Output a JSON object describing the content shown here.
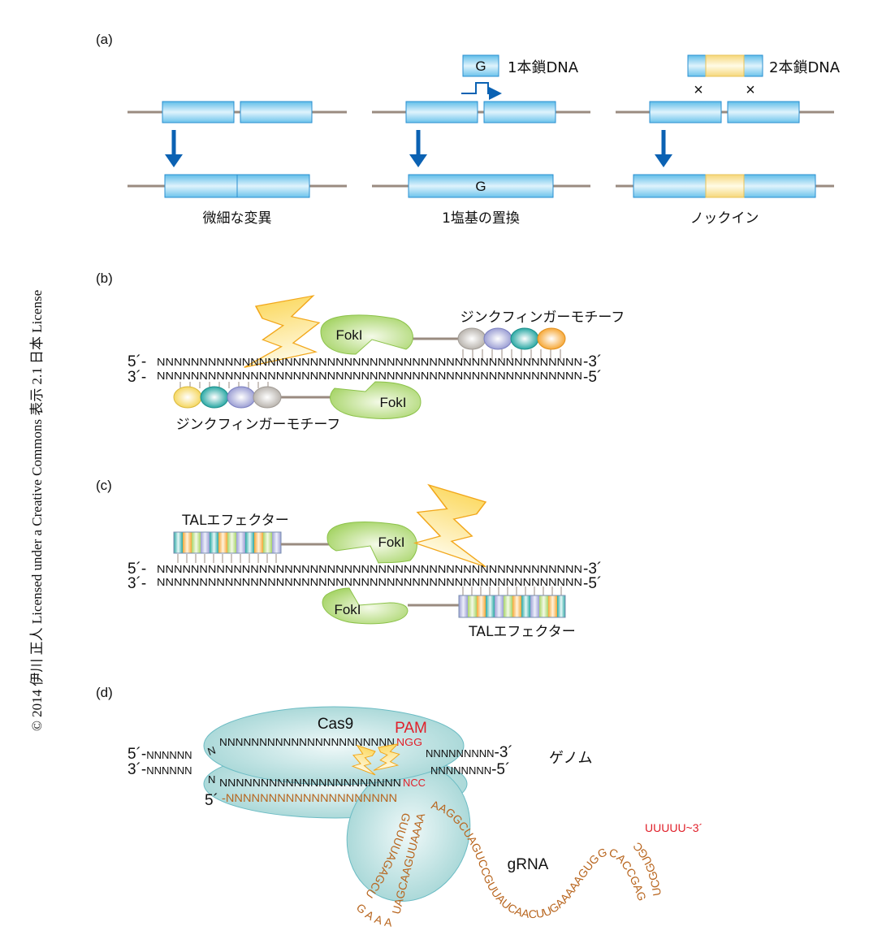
{
  "copyright": "© 2014 伊川 正人 Licensed under a Creative Commons 表示 2.1 日本 License",
  "colors": {
    "exon": "#8fd0f2",
    "insert": "#fbe9a6",
    "arrow": "#0b62b3",
    "line": "#9a8b80",
    "fokI": "#a8d56a",
    "cas9": "#a8d8d8",
    "rna": "#b8651e",
    "pam": "#e0202a"
  },
  "panel_a": {
    "label": "(a)",
    "ss_dna_label": "1本鎖DNA",
    "ds_dna_label": "2本鎖DNA",
    "base_g": "G",
    "cross": "×",
    "results": [
      "微細な変異",
      "1塩基の置換",
      "ノックイン"
    ]
  },
  "panel_b": {
    "label": "(b)",
    "enzyme": "FokI",
    "motif_label": "ジンクフィンガーモチーフ",
    "strand_top_5": "5´-",
    "strand_top_3": "-3´",
    "strand_bottom_3": "3´-",
    "strand_bottom_5": "-5´",
    "sequence": "NNNNNNNNNNNNNNNNNNNNNNNNNNNNNNNNNNNNNNNNNNNNNNNNNN"
  },
  "panel_c": {
    "label": "(c)",
    "enzyme": "FokI",
    "effector_label": "TALエフェクター",
    "strand_top_5": "5´-",
    "strand_top_3": "-3´",
    "strand_bottom_3": "3´-",
    "strand_bottom_5": "-5´",
    "sequence": "NNNNNNNNNNNNNNNNNNNNNNNNNNNNNNNNNNNNNNNNNNNNNNNNNN"
  },
  "panel_d": {
    "label": "(d)",
    "protein": "Cas9",
    "pam": "PAM",
    "genome": "ゲノム",
    "grna": "gRNA",
    "top_left": "5´-NNNNNN",
    "top_mid": "NNNNNNNNNNNNNNNNNNNNNN",
    "top_pam": "NGG",
    "top_right": "NNNNNNNNN-3´",
    "bottom_left": "3´-NNNNNN",
    "bottom_mid": "NNNNNNNNNNNNNNNNNNNNNN",
    "bottom_pam": "NCC",
    "bottom_right": "NNNNNNNN-5´",
    "guide_5": "5´",
    "guide": "-NNNNNNNNNNNNNNNNNNNN",
    "rna_stem1": "GUUUUAGAGCUA",
    "rna_loop": "GAAA",
    "rna_stem2": "UAGCAAGUUAAAAU",
    "rna_tail": "AAGGCUAGUCCGUUAUCAACUUGAAAAAGUGGCACCGAG",
    "rna_hairpin": "UCGGUGC",
    "rna_end": "UUUUU~3´"
  }
}
